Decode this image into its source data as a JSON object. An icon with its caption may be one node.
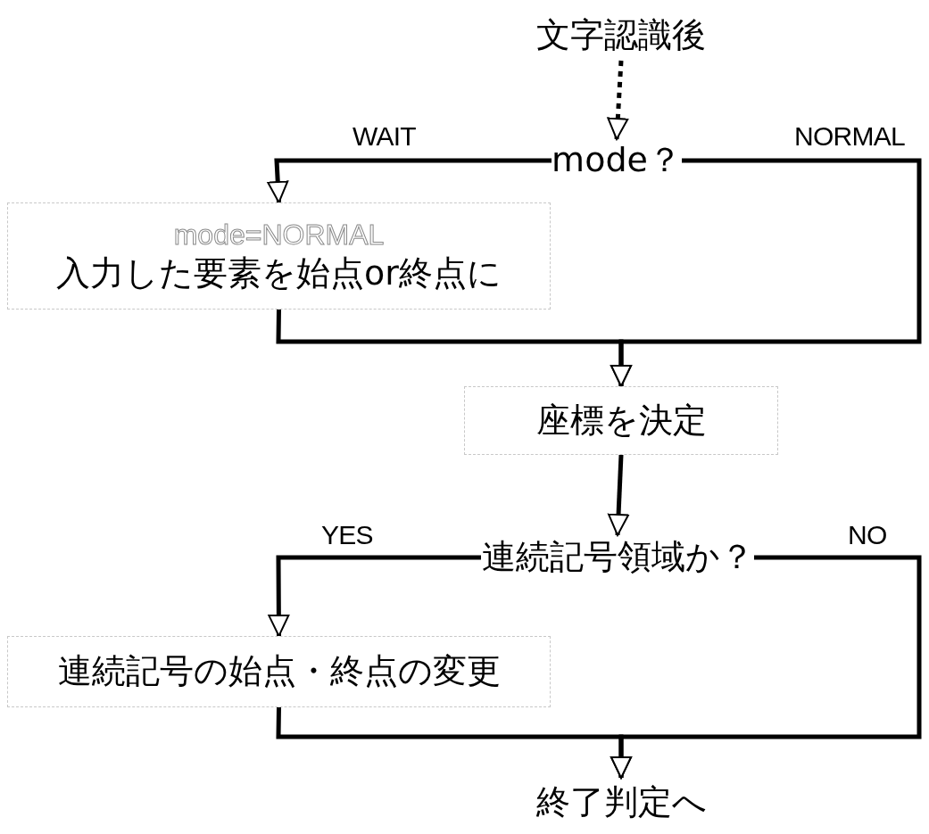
{
  "diagram": {
    "nodes": [
      {
        "text": [
          "文字認識後"
        ]
      },
      {
        "text": [
          "mode？"
        ]
      },
      {
        "text": [
          "mode=NORMAL",
          "入力した要素を始点or終点に"
        ]
      },
      {
        "text": [
          "座標を決定"
        ]
      },
      {
        "text": [
          "連続記号領域か？"
        ]
      },
      {
        "text": [
          "連続記号の始点・終点の変更"
        ]
      },
      {
        "text": [
          "終了判定へ"
        ]
      }
    ],
    "edges": [
      {
        "from": 0,
        "to": 1,
        "arrow": "to",
        "style": "dashed"
      },
      {
        "from": 1,
        "to": 2,
        "arrow": "to",
        "label": "WAIT"
      },
      {
        "from": 1,
        "to": 3,
        "arrow": "to",
        "label": "NORMAL"
      },
      {
        "from": 2,
        "to": 3,
        "arrow": "to"
      },
      {
        "from": 3,
        "to": 4,
        "arrow": "to"
      },
      {
        "from": 4,
        "to": 5,
        "arrow": "to",
        "label": "YES"
      },
      {
        "from": 4,
        "to": 6,
        "arrow": "to",
        "label": "NO"
      },
      {
        "from": 5,
        "to": 6,
        "arrow": "to"
      }
    ]
  }
}
